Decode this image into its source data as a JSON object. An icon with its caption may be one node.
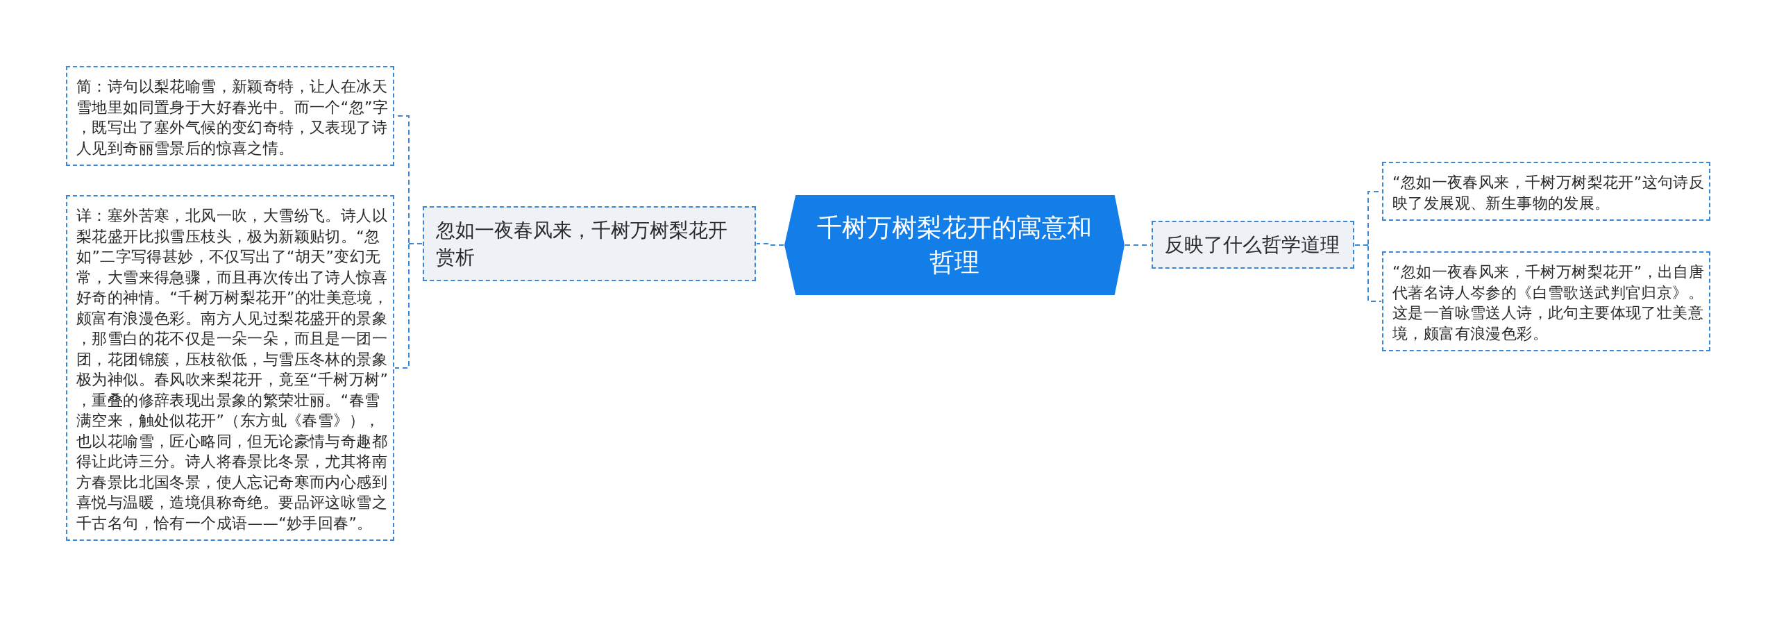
{
  "diagram": {
    "nodes": [
      {
        "text": [
          "千树万树梨花开的寓意和哲理"
        ]
      },
      {
        "text": [
          "忽如一夜春风来，千树万树梨花开赏析"
        ]
      },
      {
        "text": [
          "简：诗句以梨花喻雪，新颖奇特，让人在冰天雪地里如同置身于大好春光中。而一个“忽”字，既写出了塞外气候的变幻奇特，又表现了诗人见到奇丽雪景后的惊喜之情。"
        ]
      },
      {
        "text": [
          "详：塞外苦寒，北风一吹，大雪纷飞。诗人以梨花盛开比拟雪压枝头，极为新颖贴切。“忽如”二字写得甚妙，不仅写出了“胡天”变幻无常，大雪来得急骤，而且再次传出了诗人惊喜好奇的神情。“千树万树梨花开”的壮美意境，颇富有浪漫色彩。南方人见过梨花盛开的景象，那雪白的花不仅是一朵一朵，而且是一团一团，花团锦簇，压枝欲低，与雪压冬林的景象极为神似。春风吹来梨花开，竟至“千树万树”，重叠的修辞表现出景象的繁荣壮丽。“春雪满空来，触处似花开”（东方虬《春雪》），也以花喻雪，匠心略同，但无论豪情与奇趣都得让此诗三分。诗人将春景比冬景，尤其将南方春景比北国冬景，使人忘记奇寒而内心感到喜悦与温暖，造境俱称奇绝。要品评这咏雪之千古名句，恰有一个成语——“妙手回春”。"
        ]
      },
      {
        "text": [
          "反映了什么哲学道理"
        ]
      },
      {
        "text": [
          "“忽如一夜春风来，千树万树梨花开”这句诗反映了发展观、新生事物的发展。"
        ]
      },
      {
        "text": [
          "“忽如一夜春风来，千树万树梨花开”，出自唐代著名诗人岑参的《白雪歌送武判官归京》。这是一首咏雪送人诗，此句主要体现了壮美意境，颇富有浪漫色彩。"
        ]
      }
    ],
    "edges": [
      {
        "from": 0,
        "to": 1,
        "arrow": "none",
        "style": "dashed"
      },
      {
        "from": 1,
        "to": 2,
        "arrow": "none",
        "style": "dashed"
      },
      {
        "from": 1,
        "to": 3,
        "arrow": "none",
        "style": "dashed"
      },
      {
        "from": 0,
        "to": 4,
        "arrow": "none",
        "style": "dashed"
      },
      {
        "from": 4,
        "to": 5,
        "arrow": "none",
        "style": "dashed"
      },
      {
        "from": 4,
        "to": 6,
        "arrow": "none",
        "style": "dashed"
      }
    ]
  }
}
